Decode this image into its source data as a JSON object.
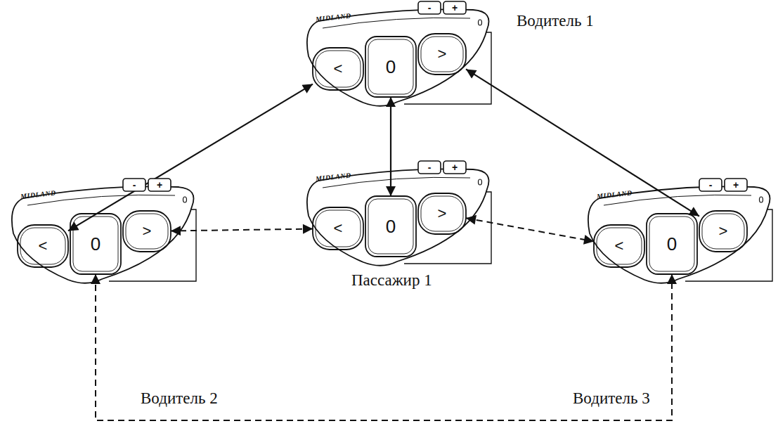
{
  "diagram": {
    "nodes": [
      {
        "text": [
          "MIDLAND",
          "-",
          "+",
          "<",
          "0",
          ">",
          "Водитель 1"
        ]
      },
      {
        "text": [
          "MIDLAND",
          "-",
          "+",
          "<",
          "0",
          ">",
          "Пассажир 1"
        ]
      },
      {
        "text": [
          "MIDLAND",
          "-",
          "+",
          "<",
          "0",
          ">",
          "Водитель 2"
        ]
      },
      {
        "text": [
          "MIDLAND",
          "-",
          "+",
          "<",
          "0",
          ">",
          "Водитель 3"
        ]
      }
    ],
    "edges": [
      {
        "from": 0,
        "to": 2,
        "arrow": "both"
      },
      {
        "from": 0,
        "to": 1,
        "arrow": "both"
      },
      {
        "from": 0,
        "to": 3,
        "arrow": "both"
      },
      {
        "from": 1,
        "to": 2,
        "arrow": "both"
      },
      {
        "from": 1,
        "to": 3,
        "arrow": "both"
      },
      {
        "from": 2,
        "to": 3,
        "arrow": "both"
      }
    ]
  }
}
